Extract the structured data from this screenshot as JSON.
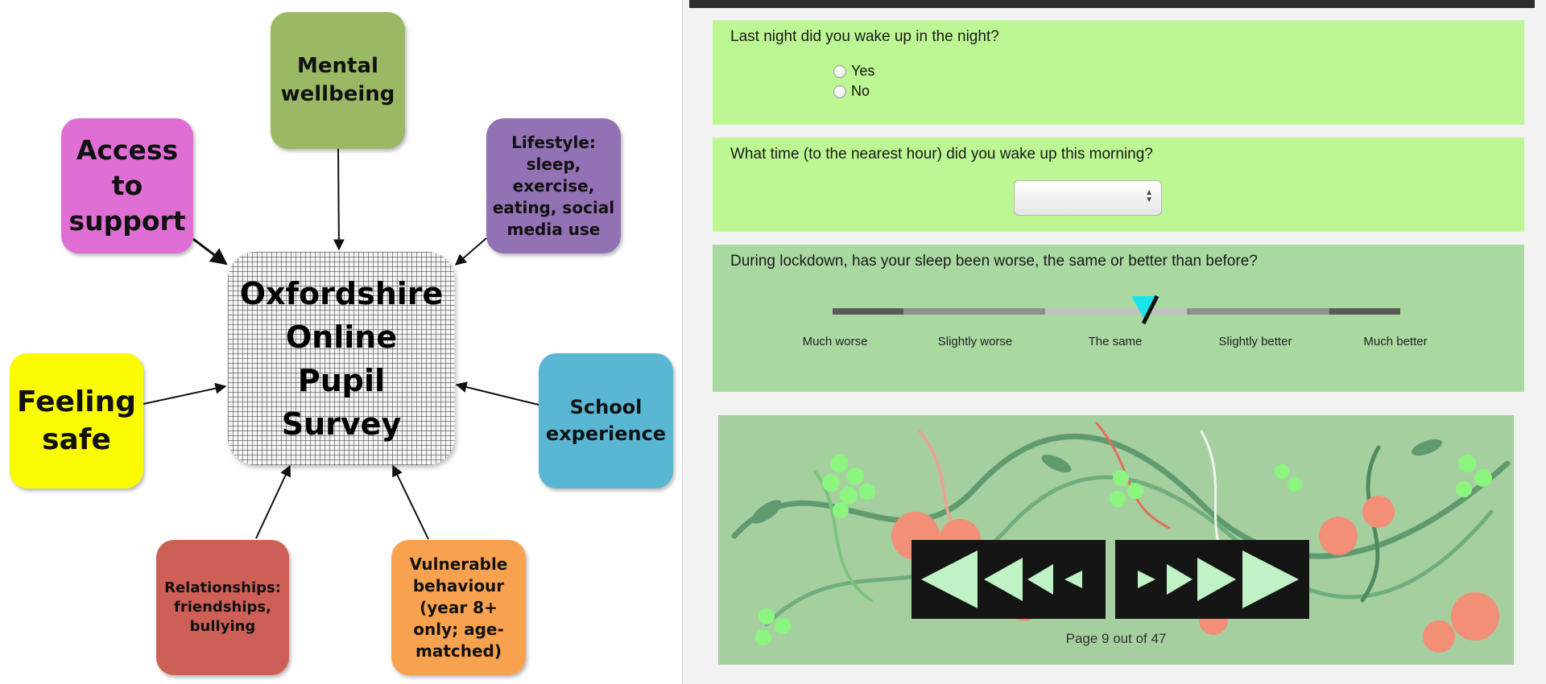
{
  "diagram": {
    "center": "Oxfordshire\nOnline\nPupil\nSurvey",
    "nodes": {
      "mental": "Mental\nwellbeing",
      "access": "Access\nto\nsupport",
      "lifestyle": "Lifestyle:\nsleep,\nexercise,\neating, social\nmedia use",
      "safe": "Feeling\nsafe",
      "school": "School\nexperience",
      "relationships": "Relationships:\nfriendships,\nbullying",
      "vulnerable": "Vulnerable\nbehaviour\n(year 8+\nonly; age-\nmatched)"
    },
    "colors": {
      "mental": "#9bb865",
      "access": "#df6fd4",
      "lifestyle": "#9271b4",
      "safe": "#fafa00",
      "school": "#59b7d3",
      "relationships": "#cd5f57",
      "vulnerable": "#f8a24f"
    }
  },
  "survey": {
    "q1": {
      "text": "Last night did you wake up in the night?",
      "options": [
        "Yes",
        "No"
      ]
    },
    "q2": {
      "text": "What time (to the nearest hour) did you wake up this morning?",
      "select_value": ""
    },
    "q3": {
      "text": "During lockdown, has your sleep been worse, the same or better than before?",
      "labels": [
        "Much worse",
        "Slightly worse",
        "The same",
        "Slightly better",
        "Much better"
      ],
      "selected_value": "The same"
    },
    "footer": {
      "page_indicator": "Page 9 out of 47",
      "prev_icon": "rewind-arrows-icon",
      "next_icon": "forward-arrows-icon"
    },
    "colors": {
      "panel_light": "#bdf794",
      "panel_dark": "#a9d9a0",
      "thumb": "#19e4ea"
    }
  }
}
